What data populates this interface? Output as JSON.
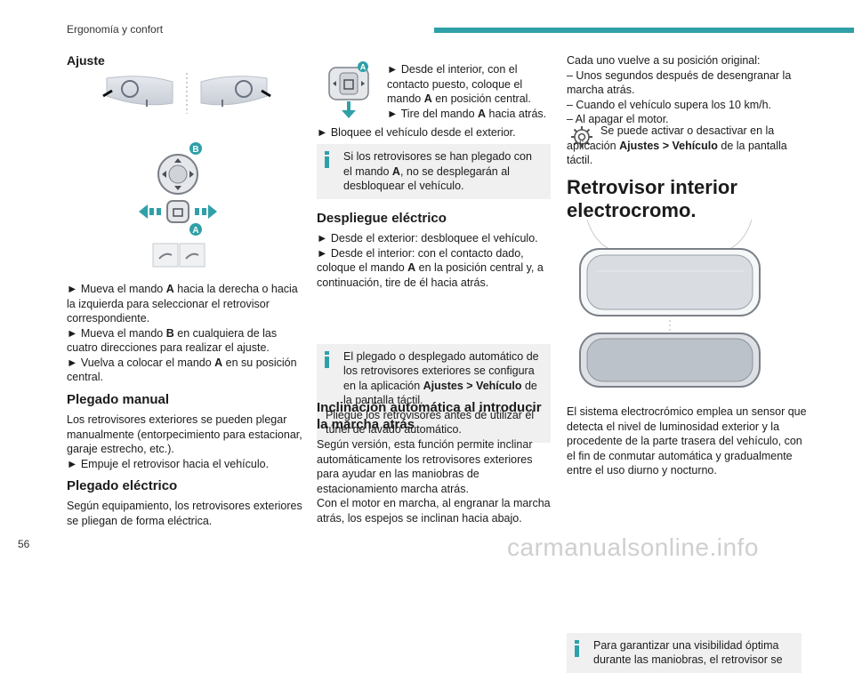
{
  "header": {
    "section": "Ergonomía y confort",
    "accent_color": "#2fa0a8"
  },
  "page_number": "56",
  "watermark": "carmanualsonline.info",
  "col1": {
    "heading": "Ajuste",
    "diagram_labels": {
      "b": "B",
      "a": "A"
    },
    "steps": [
      "► Mueva el mando ",
      "A",
      " hacia la derecha o hacia la izquierda para seleccionar el retrovisor correspondiente.",
      "► Mueva el mando ",
      "B",
      " en cualquiera de las cuatro direcciones para realizar el ajuste.",
      "► Vuelva a colocar el mando ",
      "A",
      " en su posición central."
    ],
    "plegado_manual": {
      "title": "Plegado manual",
      "text": "Los retrovisores exteriores se pueden plegar manualmente (entorpecimiento para estacionar, garaje estrecho, etc.).",
      "step": "► Empuje el retrovisor hacia el vehículo."
    },
    "plegado_electrico": {
      "title": "Plegado eléctrico",
      "text": "Según equipamiento, los retrovisores exteriores se pliegan de forma eléctrica."
    }
  },
  "col2": {
    "intro": {
      "label_a": "A",
      "l1": "► Desde el interior, con el",
      "l2": "contacto puesto, coloque el",
      "l3a": "mando ",
      "l3b": "A",
      "l3c": " en posición central.",
      "l4a": "► Tire del mando ",
      "l4b": "A",
      "l4c": " hacia atrás."
    },
    "lock_step": "► Bloquee el vehículo desde el exterior.",
    "note1": {
      "a": "Si los retrovisores se han plegado con el mando ",
      "b": "A",
      "c": ", no se desplegarán al desbloquear el vehículo."
    },
    "despliegue": {
      "title": "Despliegue eléctrico",
      "s1": "► Desde el exterior: desbloquee el vehículo.",
      "s2a": "► Desde el interior: con el contacto dado, coloque el mando ",
      "s2b": "A",
      "s2c": " en la posición central y, a continuación, tire de él hacia atrás."
    },
    "note2": {
      "a": "El plegado o desplegado automático de los retrovisores exteriores se configura en la aplicación ",
      "b": "Ajustes > Vehículo",
      "c": " de la pantalla táctil.",
      "d": "Pliegue los retrovisores antes de utilizar el túnel de lavado automático."
    },
    "inclinacion": {
      "title": "Inclinación automática al introducir la marcha atrás",
      "t1": "Según versión, esta función permite inclinar automáticamente los retrovisores exteriores para ayudar en las maniobras de estacionamiento marcha atrás.",
      "t2": "Con el motor en marcha, al engranar la marcha atrás, los espejos se inclinan hacia abajo."
    }
  },
  "col3": {
    "l1": "Cada uno vuelve a su posición original:",
    "l2": "– Unos segundos después de desengranar la marcha atrás.",
    "l3": "– Cuando el vehículo supera los 10 km/h.",
    "l4": "– Al apagar el motor.",
    "settings": {
      "a": "Se puede activar o desactivar en la aplicación ",
      "b": "Ajustes > Vehículo",
      "c": " de la pantalla táctil."
    },
    "title": "Retrovisor interior electrocromo.",
    "desc": "El sistema electrocrómico emplea un sensor que detecta el nivel de luminosidad exterior y la procedente de la parte trasera del vehículo, con el fin de conmutar automática y gradualmente entre el uso diurno y nocturno.",
    "note": "Para garantizar una visibilidad óptima durante las maniobras, el retrovisor se"
  }
}
